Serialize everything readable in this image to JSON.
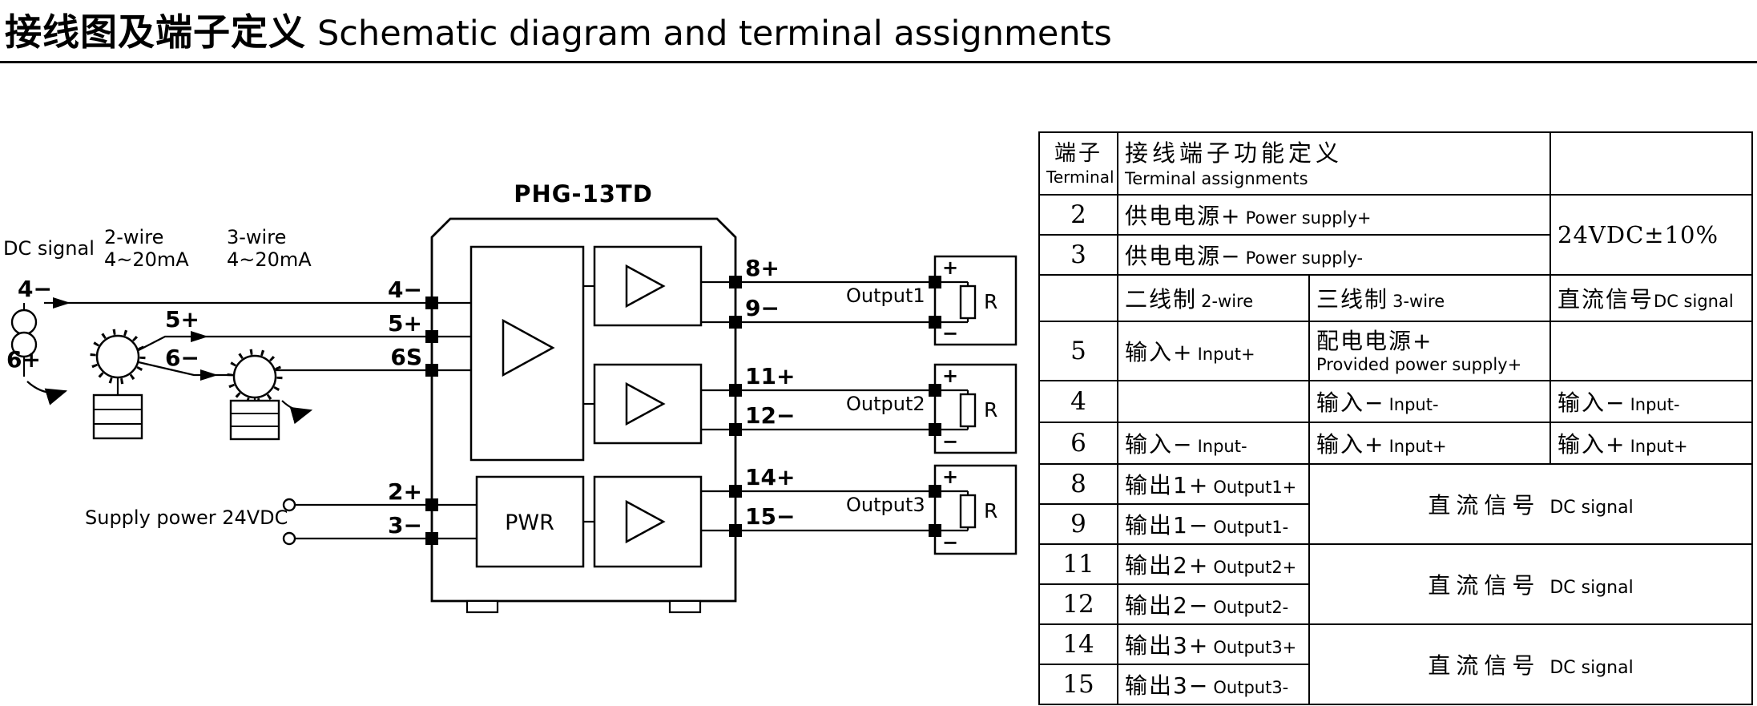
{
  "title": {
    "zh": "接线图及端子定义",
    "en": "Schematic diagram and terminal assignments"
  },
  "schematic": {
    "device_label": "PHG-13TD",
    "pwr_label": "PWR",
    "dc_signal_label": "DC signal",
    "two_wire_label": "2-wire",
    "two_wire_range": "4~20mA",
    "three_wire_label": "3-wire",
    "three_wire_range": "4~20mA",
    "supply_label": "Supply power 24VDC",
    "source_plus": "4−",
    "source_minus": "6+",
    "tx_plus": "5+",
    "tx_minus": "6−",
    "terminals_left": [
      "4−",
      "5+",
      "6S",
      "2+",
      "3−"
    ],
    "terminals_right": [
      "8+",
      "9−",
      "11+",
      "12−",
      "14+",
      "15−"
    ],
    "outputs": [
      "Output1",
      "Output2",
      "Output3"
    ],
    "load_plus": "+",
    "load_minus": "−",
    "load_r": "R"
  },
  "table": {
    "header": {
      "terminal_zh": "端子",
      "terminal_en": "Terminal",
      "assign_zh": "接线端子功能定义",
      "assign_en": "Terminal assignments"
    },
    "voltage": "24VDC±10%",
    "wire_header": {
      "two_zh": "二线制",
      "two_en": "2-wire",
      "three_zh": "三线制",
      "three_en": "3-wire",
      "dc_zh": "直流信号",
      "dc_en": "DC signal"
    },
    "rows": {
      "r2": {
        "n": "2",
        "zh": "供电电源+",
        "en": "Power supply+"
      },
      "r3": {
        "n": "3",
        "zh": "供电电源−",
        "en": "Power supply-"
      },
      "r5": {
        "n": "5",
        "c2_zh": "输入+",
        "c2_en": "Input+",
        "c3_zh": "配电电源+",
        "c3_en": "Provided power supply+"
      },
      "r4": {
        "n": "4",
        "c3_zh": "输入−",
        "c3_en": "Input-",
        "c4_zh": "输入−",
        "c4_en": "Input-"
      },
      "r6": {
        "n": "6",
        "c2_zh": "输入−",
        "c2_en": "Input-",
        "c3_zh": "输入+",
        "c3_en": "Input+",
        "c4_zh": "输入+",
        "c4_en": "Input+"
      },
      "r8": {
        "n": "8",
        "zh": "输出1+",
        "en": "Output1+"
      },
      "r9": {
        "n": "9",
        "zh": "输出1−",
        "en": "Output1-"
      },
      "r11": {
        "n": "11",
        "zh": "输出2+",
        "en": "Output2+"
      },
      "r12": {
        "n": "12",
        "zh": "输出2−",
        "en": "Output2-"
      },
      "r14": {
        "n": "14",
        "zh": "输出3+",
        "en": "Output3+"
      },
      "r15": {
        "n": "15",
        "zh": "输出3−",
        "en": "Output3-"
      },
      "dc1": {
        "zh": "直流信号",
        "en": "DC signal"
      },
      "dc2": {
        "zh": "直流信号",
        "en": "DC signal"
      },
      "dc3": {
        "zh": "直流信号",
        "en": "DC signal"
      }
    }
  }
}
